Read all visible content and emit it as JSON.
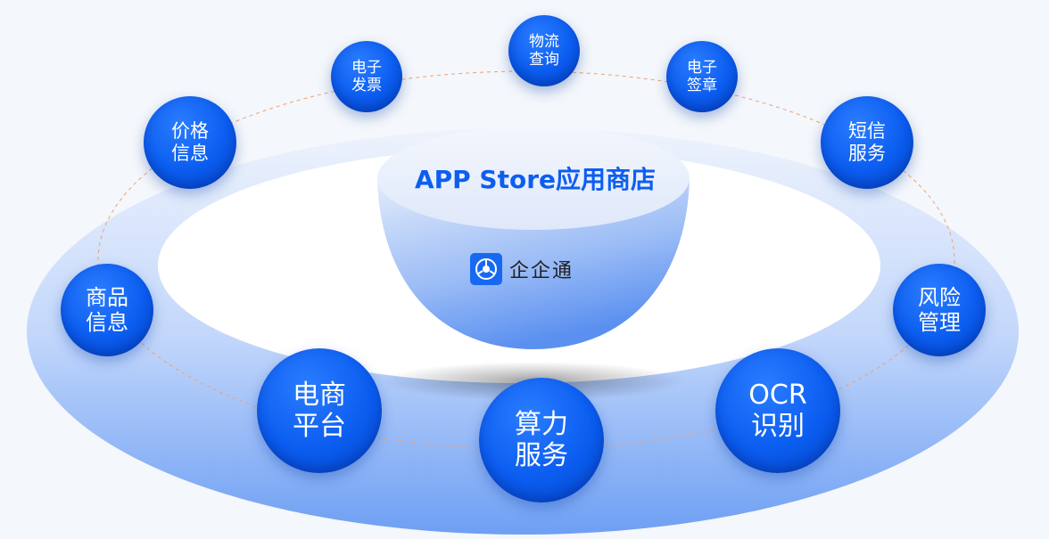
{
  "title": "APP Store应用商店",
  "brand": {
    "name": "企企通",
    "icon": "qiqitong-logo-icon"
  },
  "nodes": [
    {
      "id": "logistics",
      "line1": "物流",
      "line2": "查询"
    },
    {
      "id": "e-invoice",
      "line1": "电子",
      "line2": "发票"
    },
    {
      "id": "e-signature",
      "line1": "电子",
      "line2": "签章"
    },
    {
      "id": "price-info",
      "line1": "价格",
      "line2": "信息"
    },
    {
      "id": "sms-service",
      "line1": "短信",
      "line2": "服务"
    },
    {
      "id": "product-info",
      "line1": "商品",
      "line2": "信息"
    },
    {
      "id": "risk-management",
      "line1": "风险",
      "line2": "管理"
    },
    {
      "id": "ecommerce-platform",
      "line1": "电商",
      "line2": "平台"
    },
    {
      "id": "computing-service",
      "line1": "算力",
      "line2": "服务"
    },
    {
      "id": "ocr",
      "line1": "OCR",
      "line2": "识别"
    }
  ],
  "colors": {
    "accent": "#0b5df0",
    "ring": "#8fb4f5",
    "dash": "#f0a070"
  }
}
